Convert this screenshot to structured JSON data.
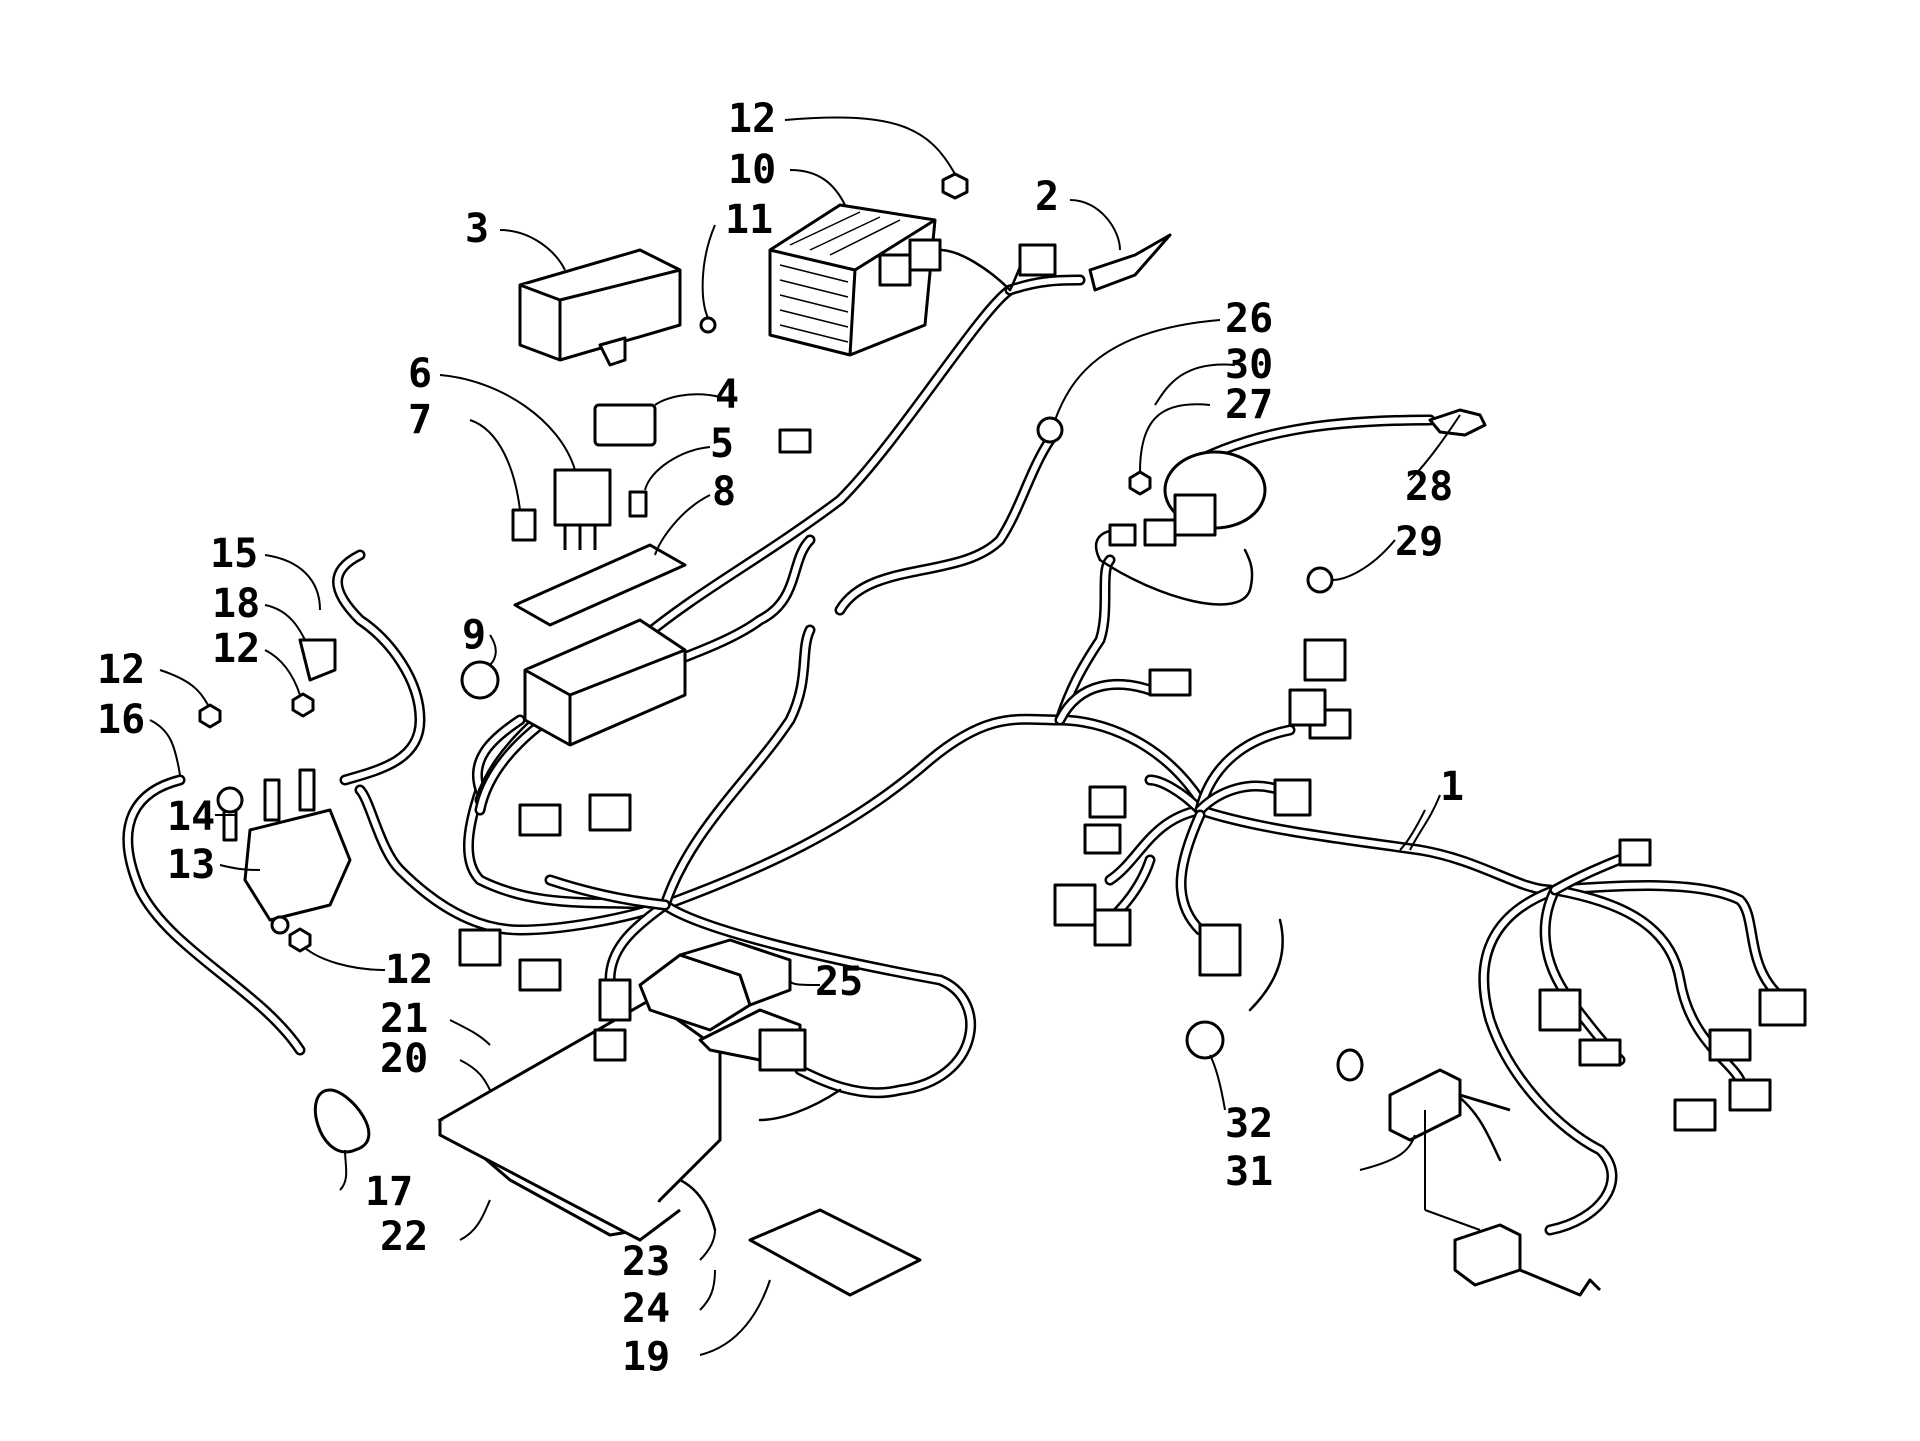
{
  "diagram": {
    "callouts": [
      {
        "id": "c1",
        "text": "1"
      },
      {
        "id": "c2",
        "text": "2"
      },
      {
        "id": "c3",
        "text": "3"
      },
      {
        "id": "c4",
        "text": "4"
      },
      {
        "id": "c5",
        "text": "5"
      },
      {
        "id": "c6",
        "text": "6"
      },
      {
        "id": "c7",
        "text": "7"
      },
      {
        "id": "c8",
        "text": "8"
      },
      {
        "id": "c9",
        "text": "9"
      },
      {
        "id": "c10",
        "text": "10"
      },
      {
        "id": "c11",
        "text": "11"
      },
      {
        "id": "c12a",
        "text": "12"
      },
      {
        "id": "c12b",
        "text": "12"
      },
      {
        "id": "c12c",
        "text": "12"
      },
      {
        "id": "c12d",
        "text": "12"
      },
      {
        "id": "c13",
        "text": "13"
      },
      {
        "id": "c14",
        "text": "14"
      },
      {
        "id": "c15",
        "text": "15"
      },
      {
        "id": "c16",
        "text": "16"
      },
      {
        "id": "c17",
        "text": "17"
      },
      {
        "id": "c18",
        "text": "18"
      },
      {
        "id": "c19",
        "text": "19"
      },
      {
        "id": "c20",
        "text": "20"
      },
      {
        "id": "c21",
        "text": "21"
      },
      {
        "id": "c22",
        "text": "22"
      },
      {
        "id": "c23",
        "text": "23"
      },
      {
        "id": "c24",
        "text": "24"
      },
      {
        "id": "c25",
        "text": "25"
      },
      {
        "id": "c26",
        "text": "26"
      },
      {
        "id": "c27",
        "text": "27"
      },
      {
        "id": "c28",
        "text": "28"
      },
      {
        "id": "c29",
        "text": "29"
      },
      {
        "id": "c30",
        "text": "30"
      },
      {
        "id": "c31",
        "text": "31"
      },
      {
        "id": "c32",
        "text": "32"
      }
    ]
  }
}
